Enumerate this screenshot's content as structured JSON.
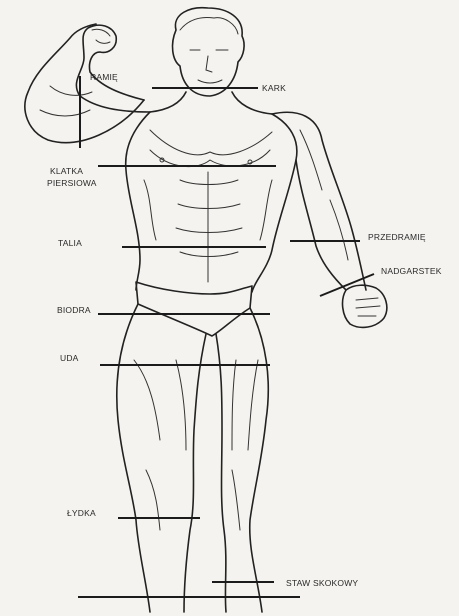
{
  "diagram": {
    "labels": {
      "ramie": "RAMIĘ",
      "kark": "KARK",
      "klatka": "KLATKA",
      "piersiowa": "PIERSIOWA",
      "talia": "TALIA",
      "przedramie": "PRZEDRAMIĘ",
      "nadgarstek": "NADGARSTEK",
      "biodra": "BIODRA",
      "uda": "UDA",
      "lydka": "ŁYDKA",
      "staw_skokowy": "STAW SKOKOWY"
    },
    "colors": {
      "ink": "#222222",
      "paper": "#f4f3ef"
    }
  }
}
